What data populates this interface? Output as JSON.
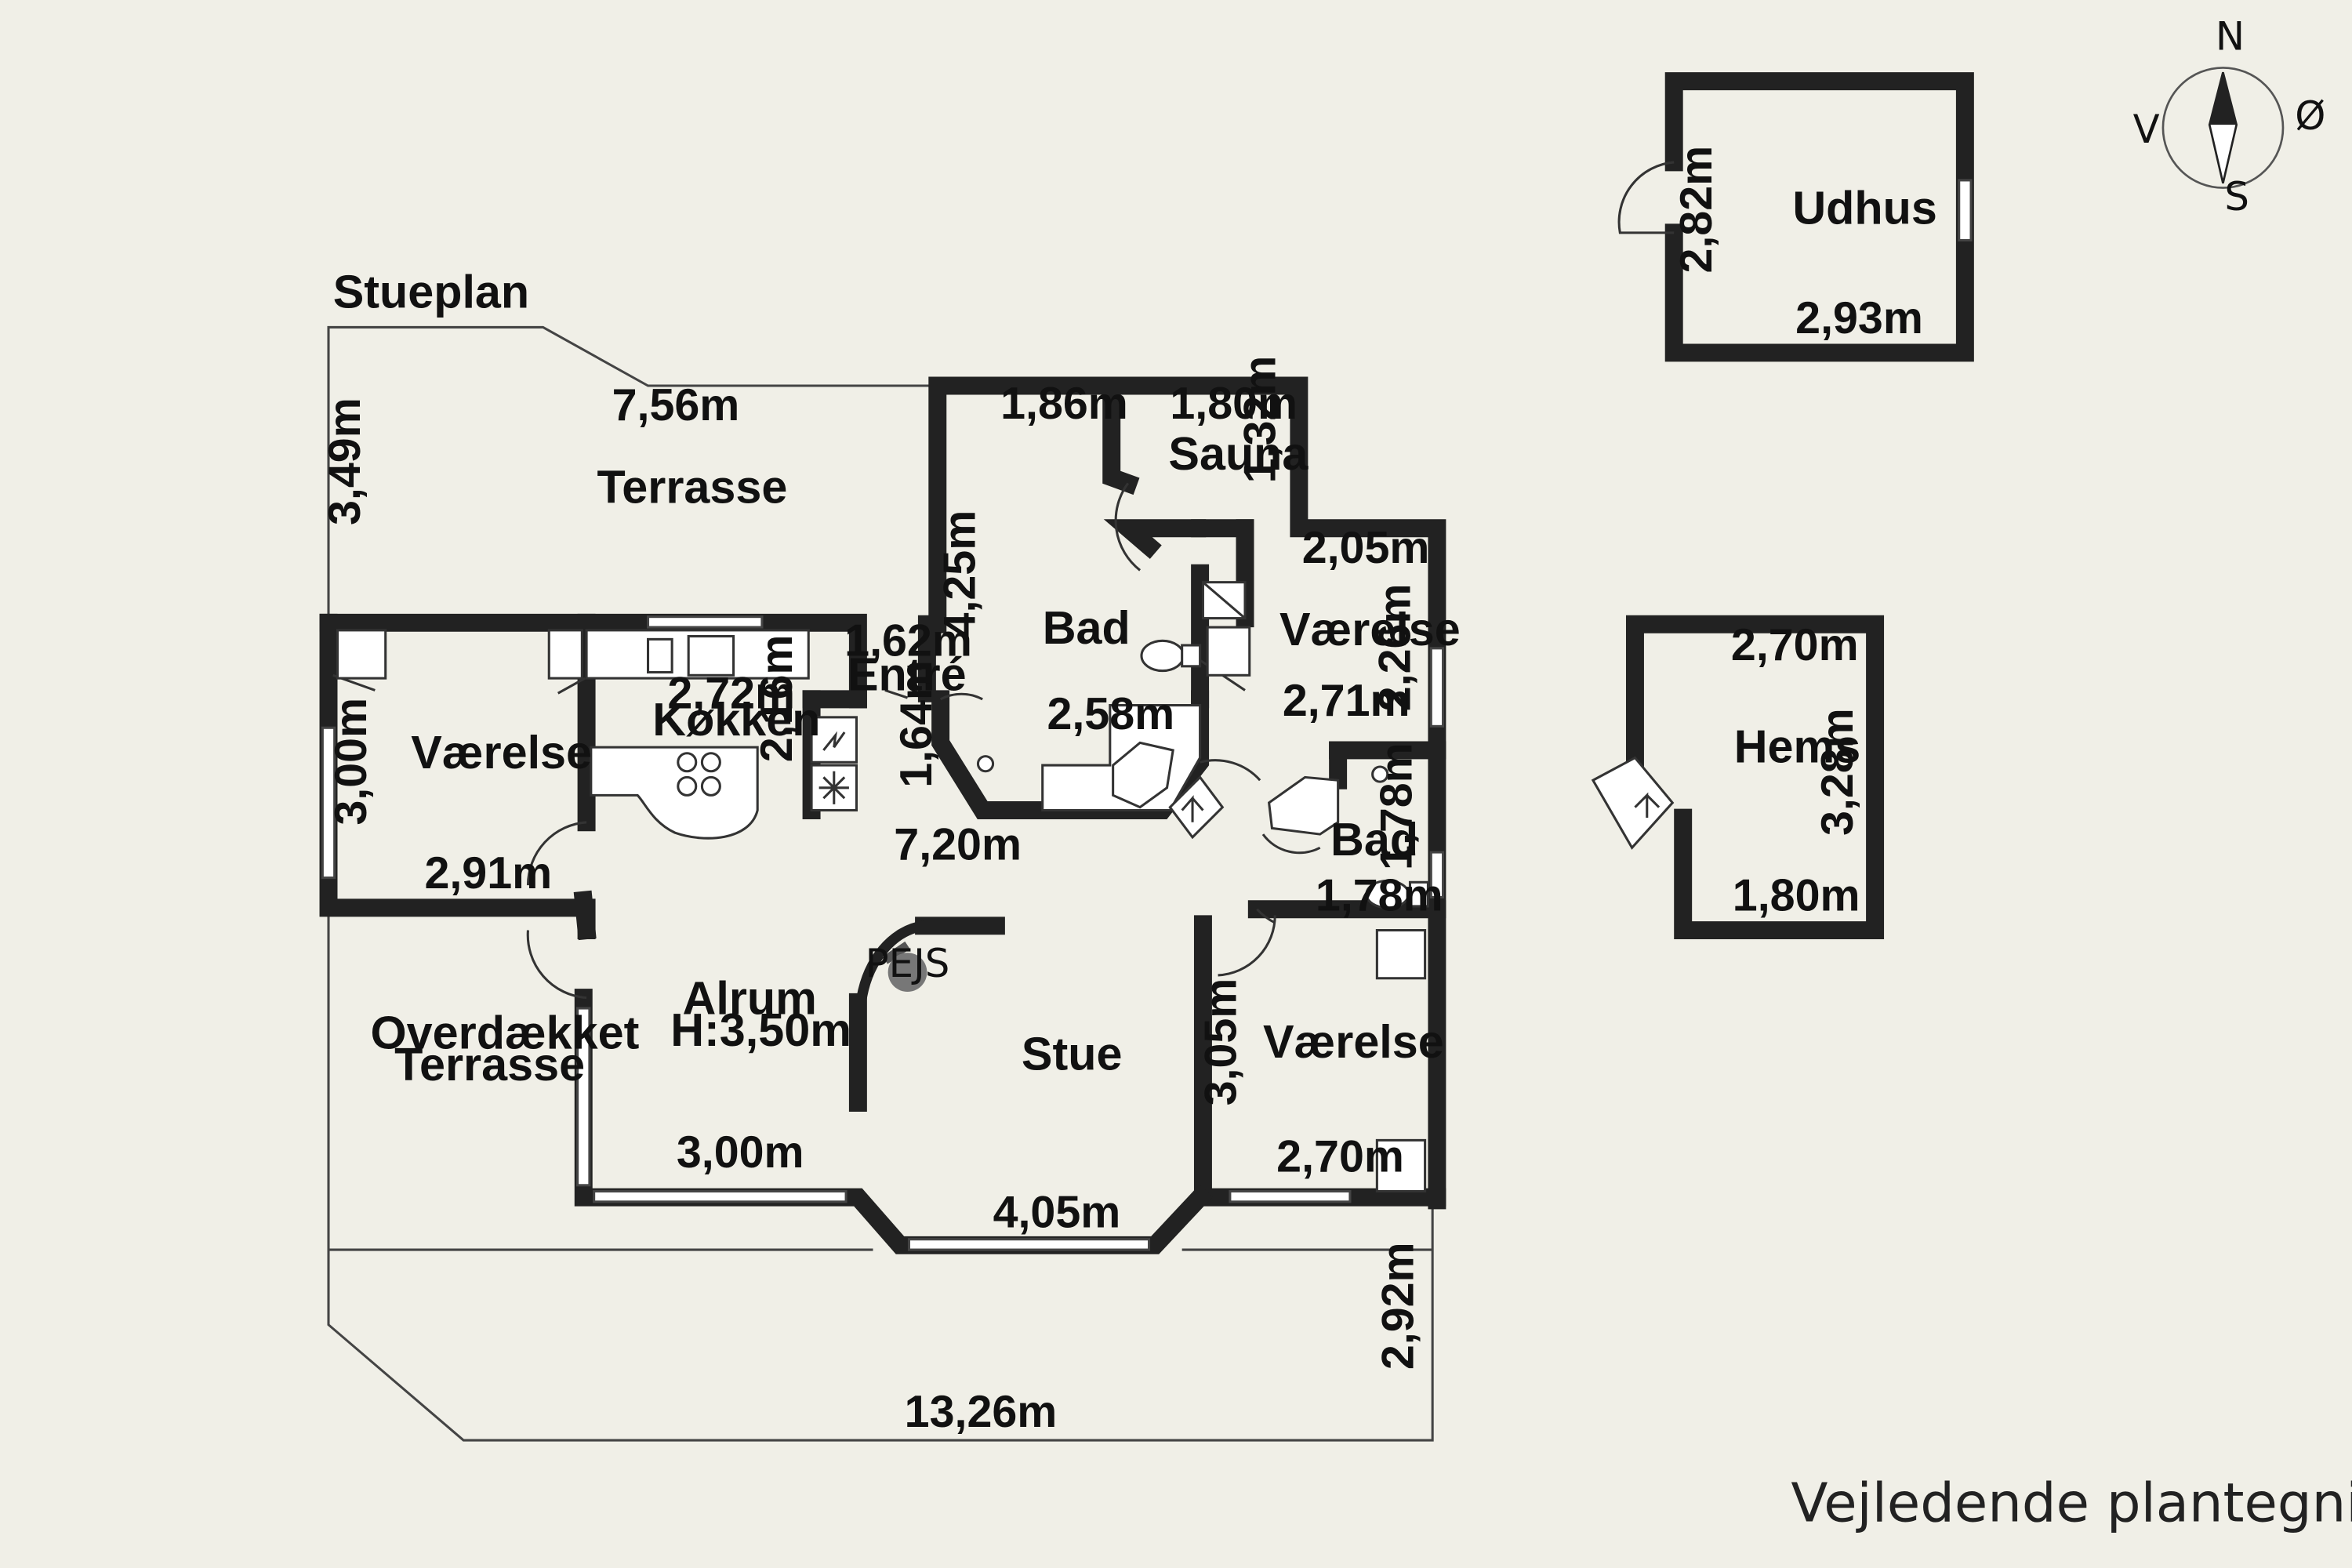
{
  "plan_title": "Stueplan",
  "footer": "Vejledende plantegning uden ansvar",
  "compass": {
    "n": "N",
    "s": "S",
    "e": "Ø",
    "w": "V"
  },
  "fireplace_label": "PEJS",
  "rooms": {
    "terrasse": "Terrasse",
    "vaerelse_left": "Værelse",
    "koekken": "Køkken",
    "entre": "Entré",
    "bad_main": "Bad",
    "sauna": "Sauna",
    "vaerelse_mid": "Værelse",
    "bad_small": "Bad",
    "alrum": "Alrum",
    "alrum_height": "H:3,50m",
    "stue": "Stue",
    "overdaekket_1": "Overdækket",
    "overdaekket_2": "Terrasse",
    "vaerelse_right": "Værelse",
    "udhus": "Udhus",
    "hems": "Hems"
  },
  "dimensions": {
    "terrace_width": "7,56m",
    "terrace_depth": "3,49m",
    "vaerelse_left_h": "3,00m",
    "vaerelse_left_w": "2,91m",
    "koekken_w": "2,72m",
    "koekken_h": "2,16m",
    "entre_w": "1,62m",
    "entre_h": "1,64m",
    "bad_w_top": "1,86m",
    "bad_h": "4,25m",
    "bad_w": "2,58m",
    "sauna_w": "1,80m",
    "sauna_h": "1,32m",
    "vaerelse_mid_w_top": "2,05m",
    "vaerelse_mid_h": "2,26m",
    "vaerelse_mid_w": "2,71m",
    "bad_small_h": "1,78m",
    "bad_small_w": "1,78m",
    "stue_w": "7,20m",
    "alrum_w": "3,00m",
    "bay_w": "4,05m",
    "vaerelse_right_h": "3,05m",
    "vaerelse_right_w": "2,70m",
    "outer_h": "2,92m",
    "outer_w": "13,26m",
    "udhus_h": "2,82m",
    "udhus_w": "2,93m",
    "hems_w_top": "2,70m",
    "hems_h": "3,28m",
    "hems_w_bottom": "1,80m"
  }
}
